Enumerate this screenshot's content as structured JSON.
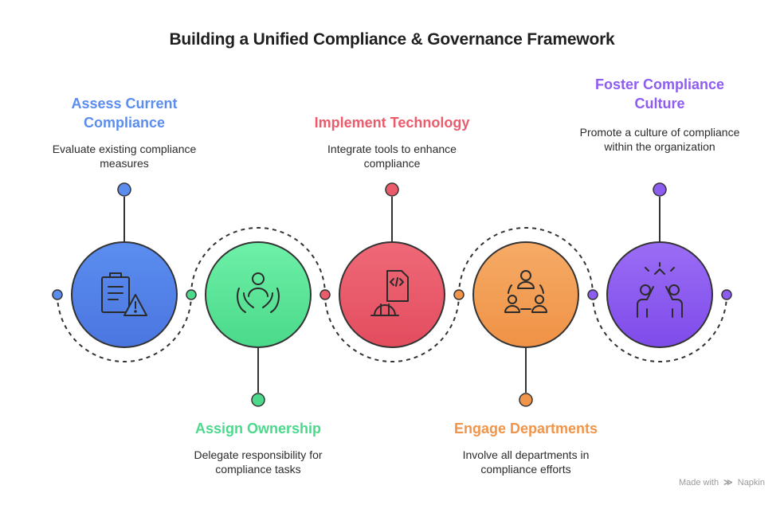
{
  "title": "Building a Unified Compliance & Governance Framework",
  "steps": [
    {
      "title": "Assess Current Compliance",
      "description": "Evaluate existing compliance measures",
      "color": "#5b8def",
      "icon": "clipboard-warning-icon"
    },
    {
      "title": "Assign Ownership",
      "description": "Delegate responsibility for compliance tasks",
      "color": "#4cd98c",
      "icon": "person-in-hands-icon"
    },
    {
      "title": "Implement Technology",
      "description": "Integrate tools to enhance compliance",
      "color": "#ea5b6c",
      "icon": "hardhat-code-icon"
    },
    {
      "title": "Engage Departments",
      "description": "Involve all departments in compliance efforts",
      "color": "#f0954a",
      "icon": "team-network-icon"
    },
    {
      "title": "Foster Compliance Culture",
      "description": "Promote a culture of compliance within the organization",
      "color": "#8d5cf0",
      "icon": "high-five-icon"
    }
  ],
  "footer": {
    "prefix": "Made with",
    "brand": "Napkin"
  }
}
